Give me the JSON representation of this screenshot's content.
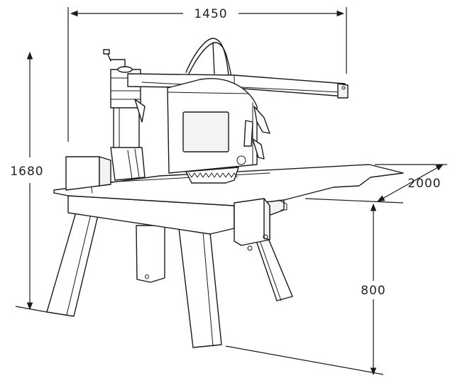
{
  "diagram": {
    "dimensions": {
      "width": "1450",
      "depth": "2000",
      "height_total": "1680",
      "height_table": "800"
    }
  }
}
